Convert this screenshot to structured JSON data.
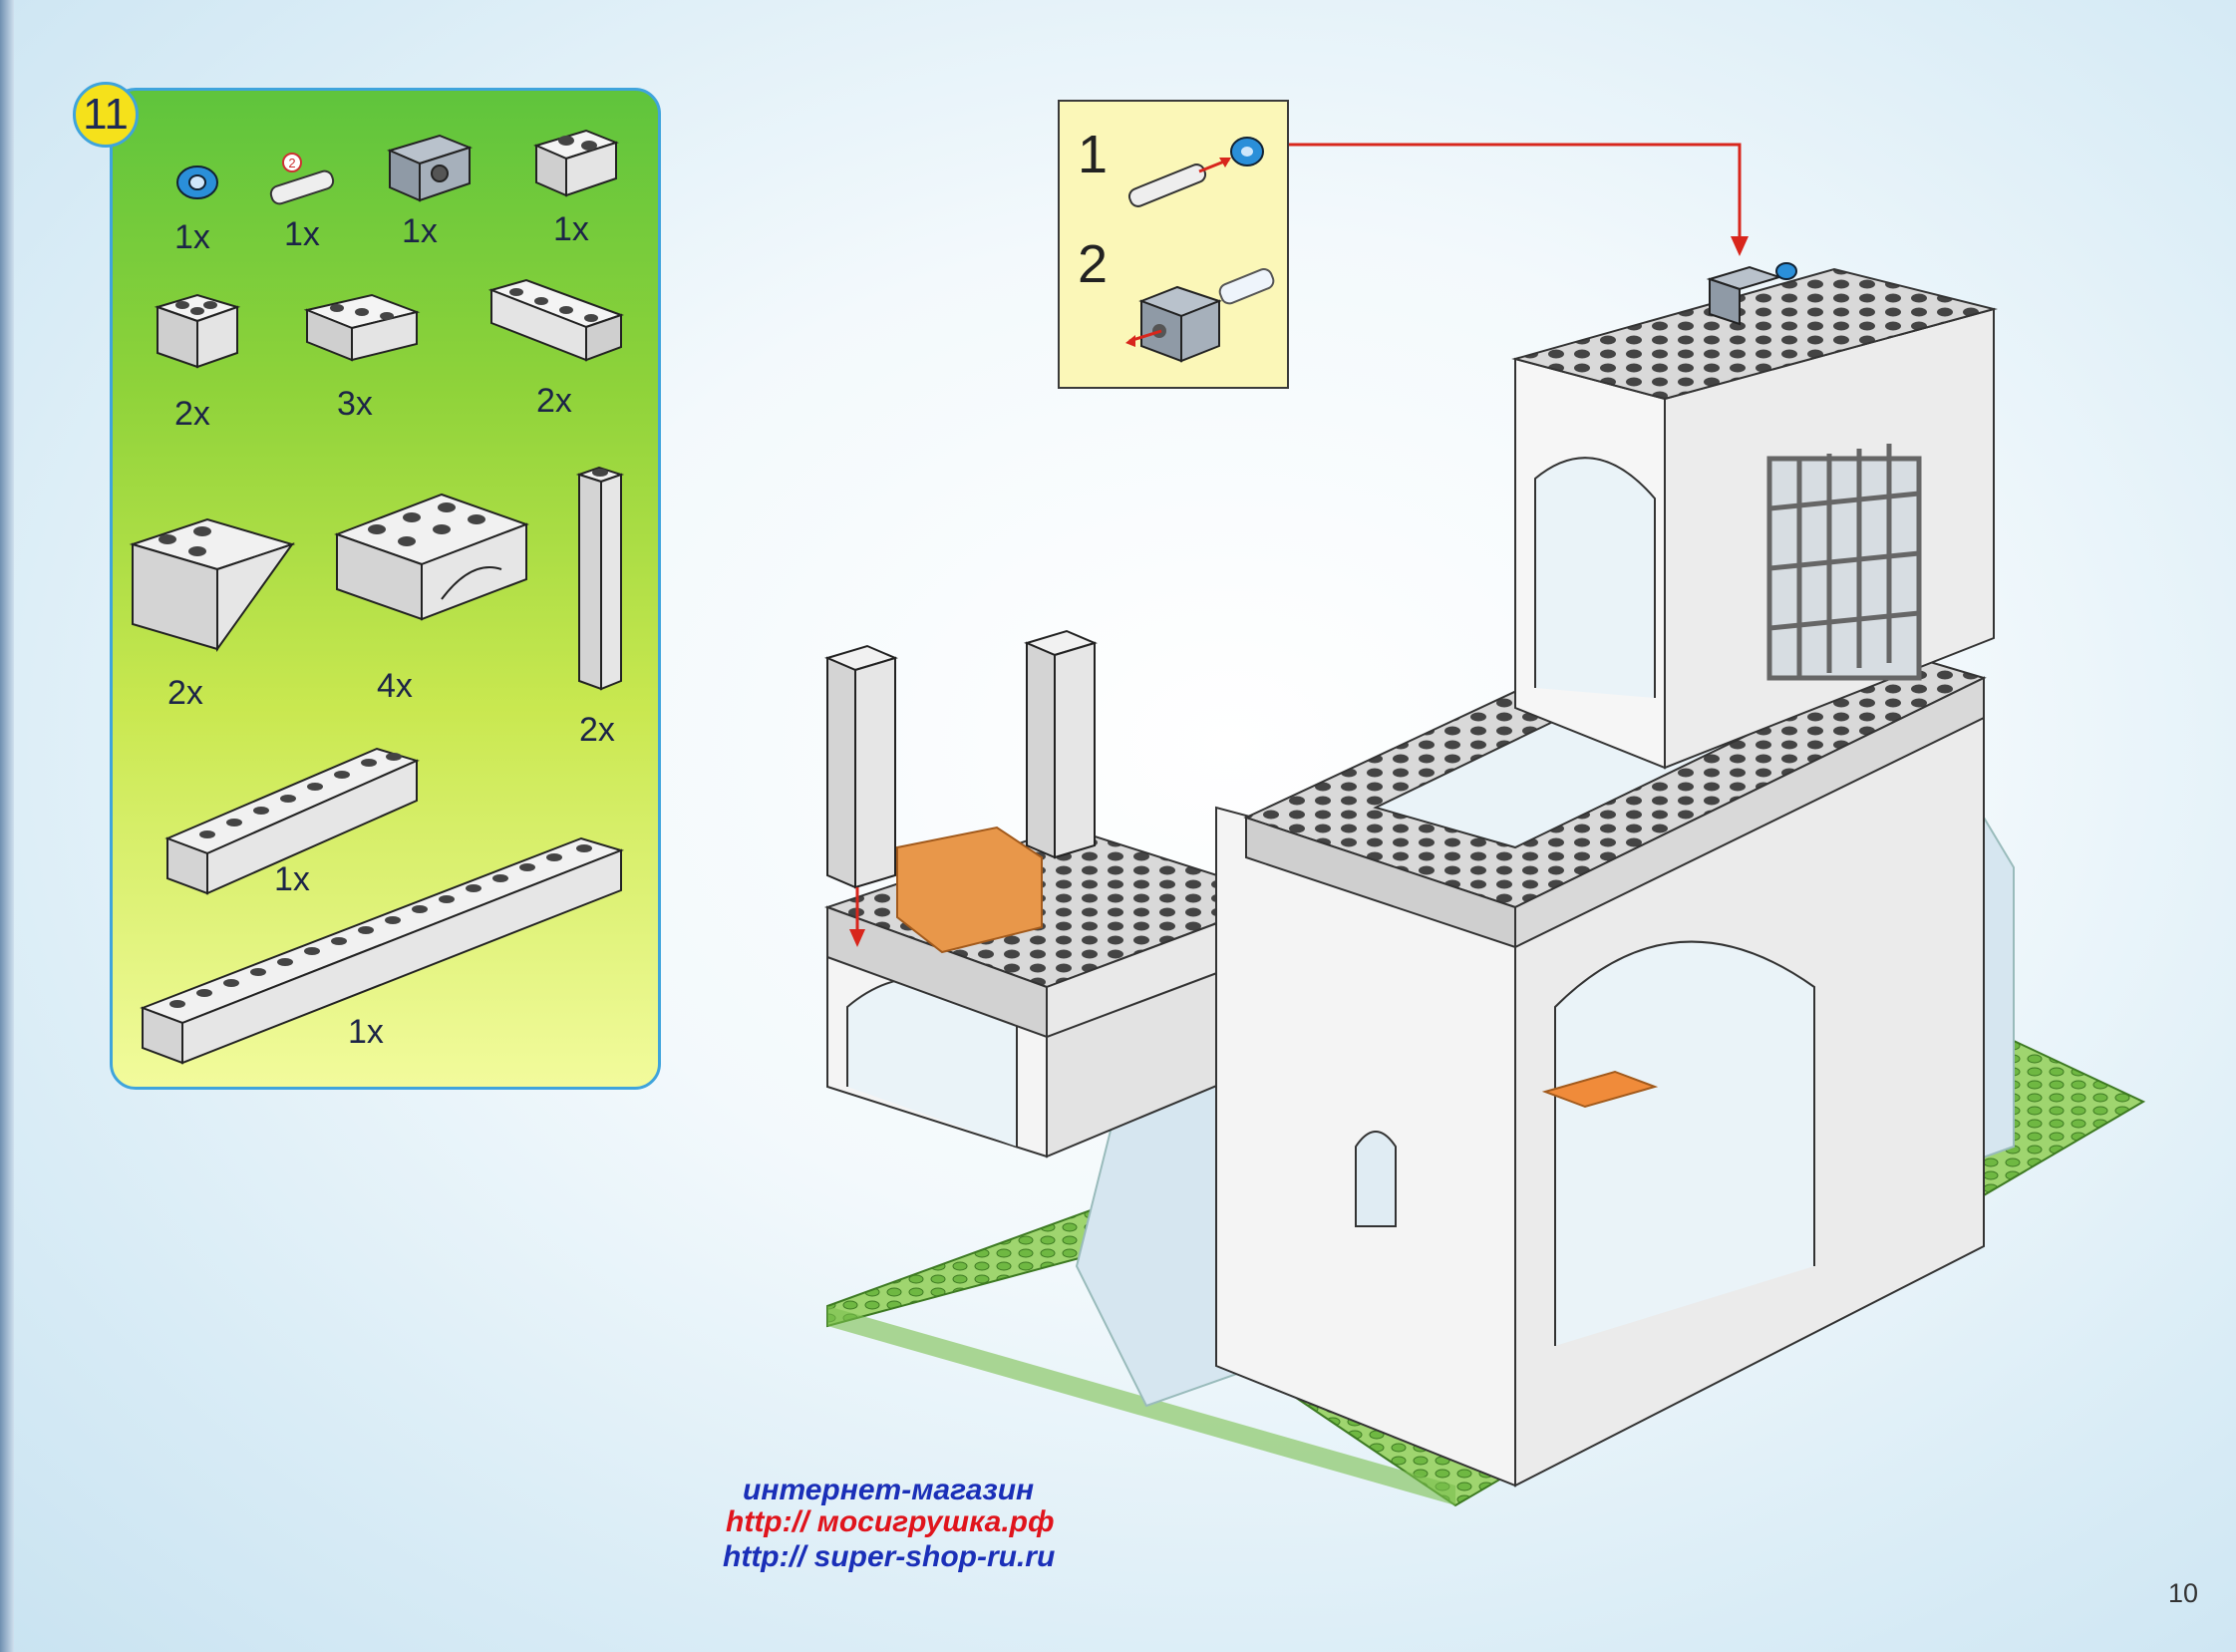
{
  "step": {
    "number": "11"
  },
  "parts": [
    {
      "name": "blue-bush",
      "qty": "1x"
    },
    {
      "name": "axle-pin",
      "qty": "1x",
      "badge": "2"
    },
    {
      "name": "technic-brick",
      "qty": "1x"
    },
    {
      "name": "brick-1x2",
      "qty": "1x"
    },
    {
      "name": "brick-2x2",
      "qty": "2x"
    },
    {
      "name": "brick-1x3",
      "qty": "3x"
    },
    {
      "name": "brick-1x4",
      "qty": "2x"
    },
    {
      "name": "corner-slope",
      "qty": "2x"
    },
    {
      "name": "arch-brick",
      "qty": "4x"
    },
    {
      "name": "column-1x1x6",
      "qty": "2x"
    },
    {
      "name": "brick-1x8",
      "qty": "1x"
    },
    {
      "name": "brick-1x16",
      "qty": "1x"
    }
  ],
  "callout": {
    "steps": [
      "1",
      "2"
    ]
  },
  "footer": {
    "line1": "интернет-магазин",
    "line2": "http:// мосигрушка.рф",
    "line3": "http:// super-shop-ru.ru"
  },
  "page_number": "10",
  "colors": {
    "panel_border": "#3fa4dc",
    "badge": "#f5e11b",
    "line1": "#1a2fb8",
    "line2": "#e0141c",
    "line3": "#1a2fb8",
    "arrow": "#d8261c"
  }
}
